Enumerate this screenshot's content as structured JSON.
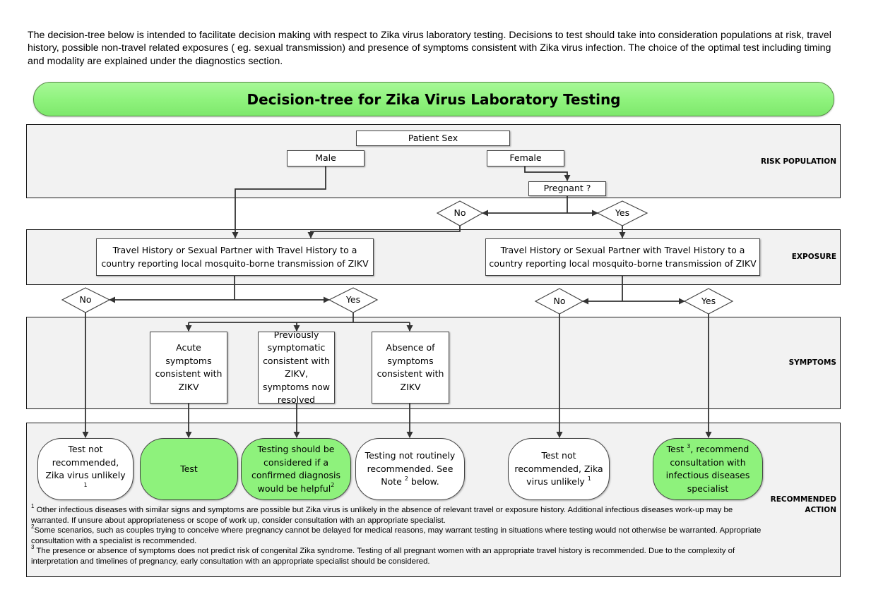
{
  "intro": "The decision-tree below is intended to facilitate decision making with respect to Zika virus laboratory testing. Decisions to test should take into consideration populations at risk, travel history, possible non-travel related exposures ( eg. sexual transmission) and presence of symptoms consistent with Zika virus infection. The choice of the optimal test including timing and modality are explained under the diagnostics section.",
  "title": "Decision-tree for Zika Virus Laboratory Testing",
  "bands": {
    "risk": "RISK POPULATION",
    "exposure": "EXPOSURE",
    "symptoms": "SYMPTOMS",
    "action_line1": "RECOMMENDED",
    "action_line2": "ACTION"
  },
  "nodes": {
    "patient_sex": "Patient Sex",
    "male": "Male",
    "female": "Female",
    "pregnant": "Pregnant ?",
    "no": "No",
    "yes": "Yes",
    "travel_line1": "Travel History or Sexual Partner with Travel History to a",
    "travel_line2": "country reporting local mosquito-borne transmission of ZIKV",
    "acute": "Acute symptoms consistent with ZIKV",
    "previous": "Previously symptomatic consistent with ZIKV, symptoms now resolved",
    "absence": "Absence of symptoms consistent with ZIKV"
  },
  "actions": {
    "not_recommended": "Test not recommended, Zika virus unlikely",
    "test": "Test",
    "testing_considered": "Testing should be considered if a confirmed diagnosis would be helpful",
    "not_routine_a": "Testing not routinely recommended. See Note",
    "not_routine_b": "below.",
    "test_consult_a": "Test",
    "test_consult_b": ", recommend consultation with infectious diseases specialist"
  },
  "footnotes": {
    "n1_mark": "1",
    "n1": "Other infectious diseases with similar signs and symptoms are possible but Zika virus is unlikely in the absence of relevant travel or exposure history. Additional infectious diseases work-up may be warranted. If unsure about appropriateness or scope of work up, consider consultation with an appropriate specialist.",
    "n2_mark": "2",
    "n2": "Some scenarios, such as couples trying to conceive where pregnancy cannot be delayed for medical reasons, may warrant testing in situations where testing would not otherwise be warranted. Appropriate consultation with a specialist is recommended.",
    "n3_mark": "3",
    "n3": "The presence or absence of symptoms does not predict risk of congenital Zika syndrome. Testing of all pregnant women with an appropriate travel history is recommended. Due to the complexity of interpretation and timelines of pregnancy, early consultation with an appropriate specialist should be considered."
  },
  "colors": {
    "band_fill": "#f2f2f2",
    "title_fill": "#8ef27c",
    "action_green": "#8ef27c",
    "line": "#333333"
  }
}
